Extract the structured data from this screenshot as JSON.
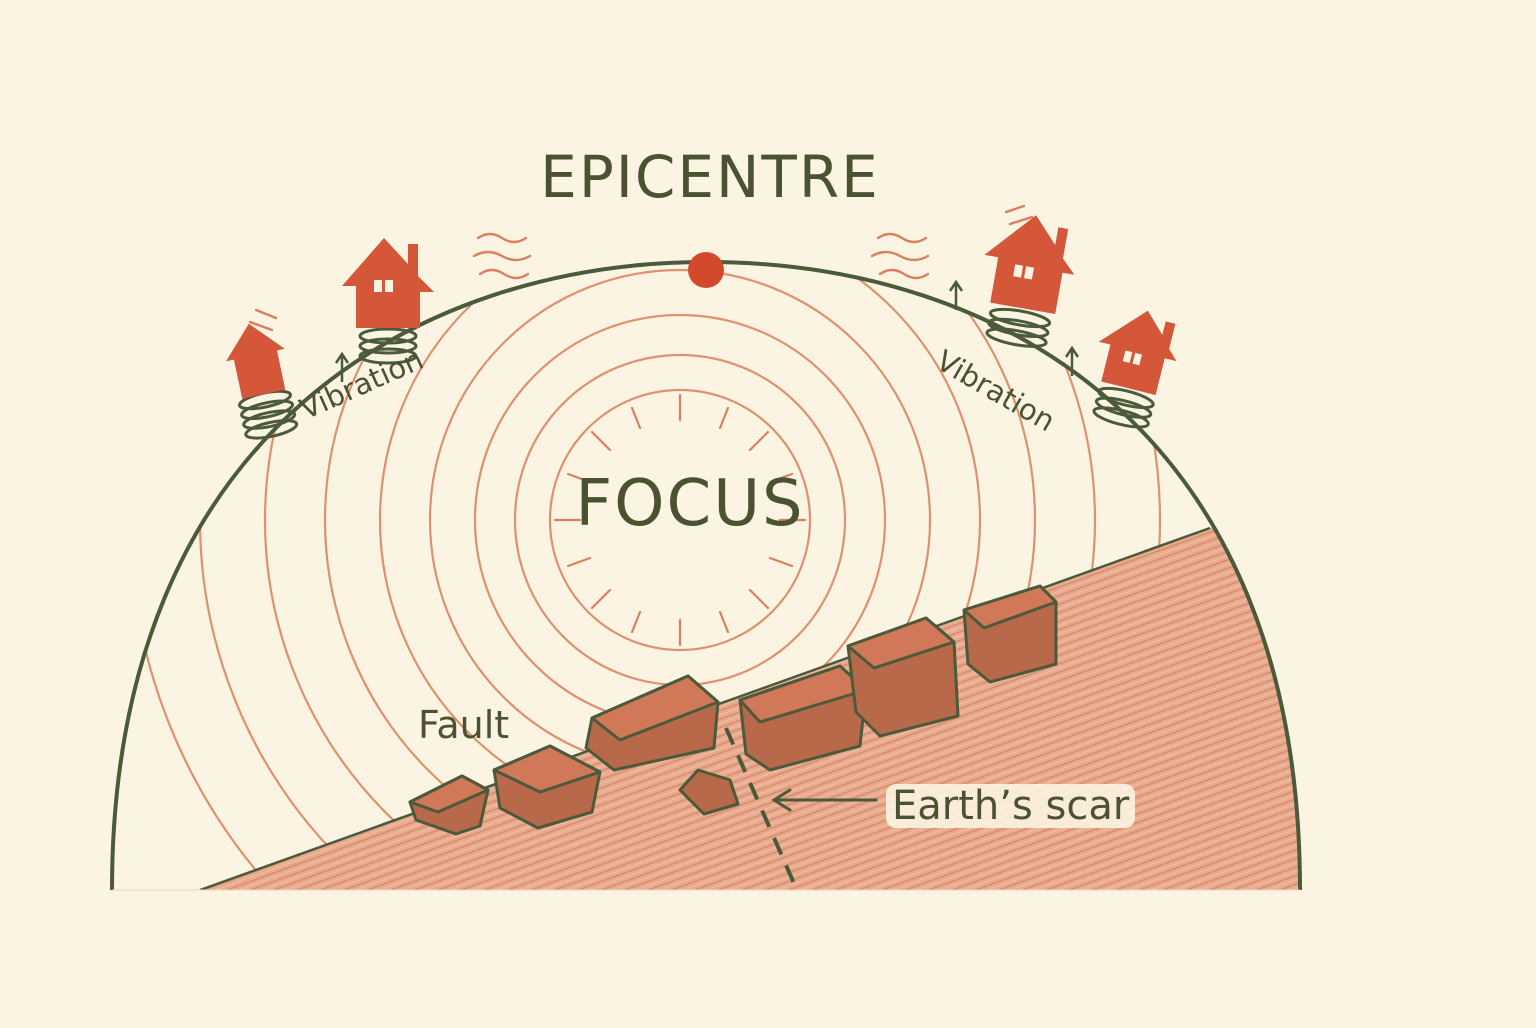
{
  "labels": {
    "epicentre": "EPICENTRE",
    "focus": "FOCUS",
    "vibration_left": "Vibration",
    "vibration_right": "Vibration",
    "fault": "Fault",
    "earths_scar": "Earth’s scar"
  },
  "colors": {
    "background": "#fbf4e2",
    "outline": "#4a5a3a",
    "wave": "#d9805e",
    "house": "#d4573a",
    "ground": "#e7a688",
    "block": "#b8694a",
    "epicentre_dot": "#d2492b",
    "text": "#4a5232"
  },
  "icons": [
    "house-icon",
    "spring-icon",
    "arrow-up-icon",
    "motion-lines-icon",
    "burst-icon",
    "rock-block-icon"
  ]
}
